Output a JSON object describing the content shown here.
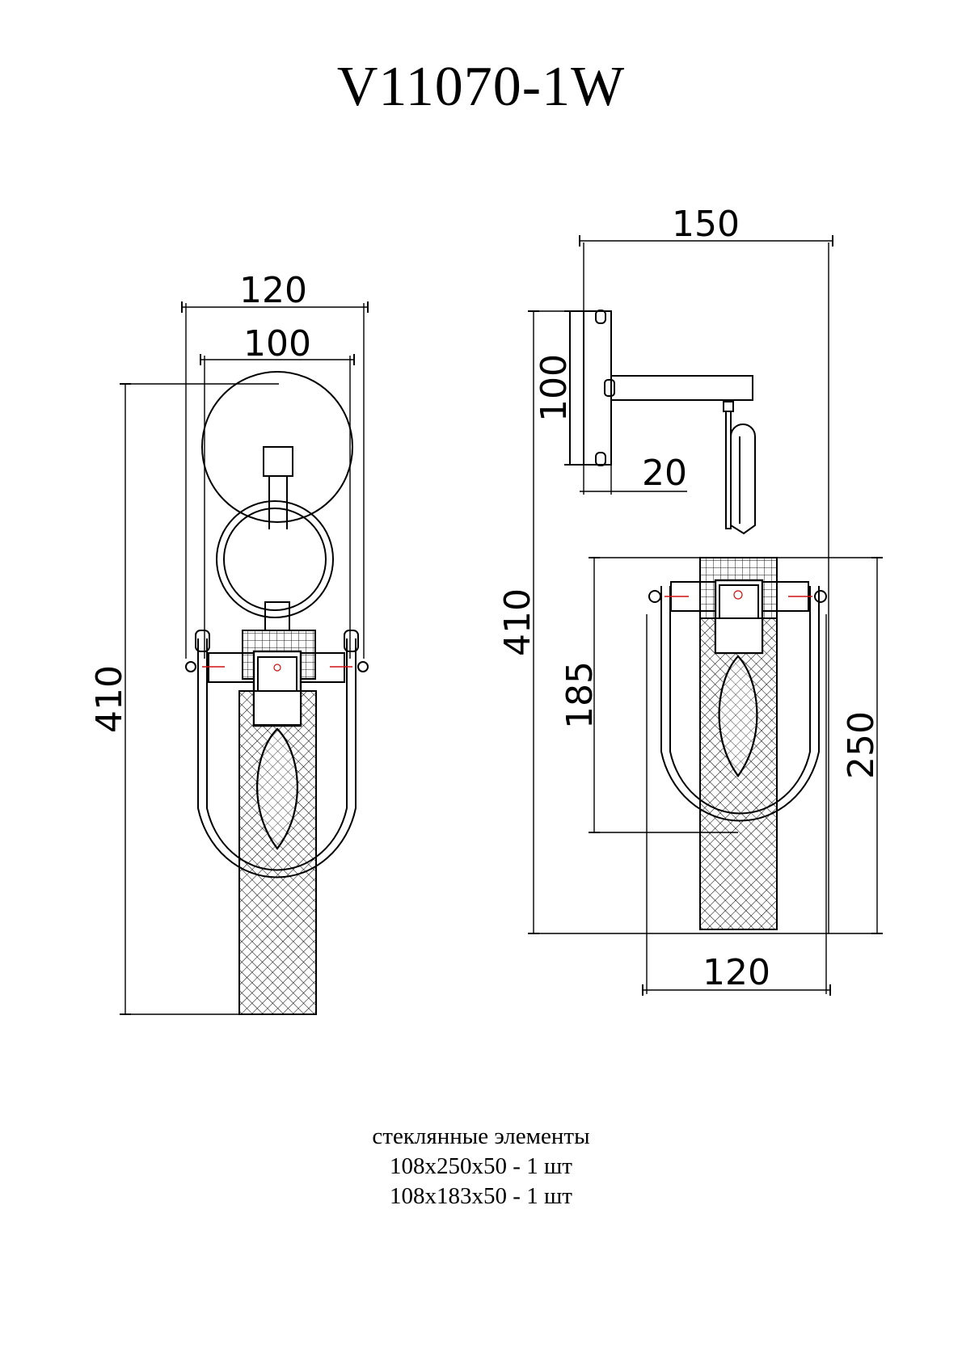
{
  "title": "V11070-1W",
  "dimensions": {
    "front_width_outer": "120",
    "front_width_inner": "100",
    "front_height": "410",
    "side_depth": "150",
    "side_plate_height": "100",
    "side_plate_depth": "20",
    "side_height": "410",
    "side_glass_small": "185",
    "side_glass_large": "250",
    "side_width_bottom": "120"
  },
  "notes": {
    "heading": "стеклянные элементы",
    "items": [
      "108x250x50 - 1 шт",
      "108x183x50 - 1 шт"
    ]
  },
  "colors": {
    "line": "#000000",
    "accent": "#d01010"
  }
}
